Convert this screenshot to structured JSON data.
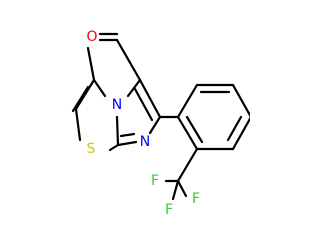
{
  "molecule": {
    "atoms": {
      "aldehyde_oxygen": "O",
      "ring_nitrogen_bridgehead": "N",
      "ring_nitrogen_imine": "N",
      "ring_sulfur": "S",
      "fluorine_1": "F",
      "fluorine_2": "F",
      "fluorine_3": "F"
    },
    "colors": {
      "bond": "#000000",
      "oxygen": "#ff0000",
      "nitrogen": "#0000ff",
      "sulfur": "#cccc00",
      "fluorine": "#33cc33"
    }
  }
}
